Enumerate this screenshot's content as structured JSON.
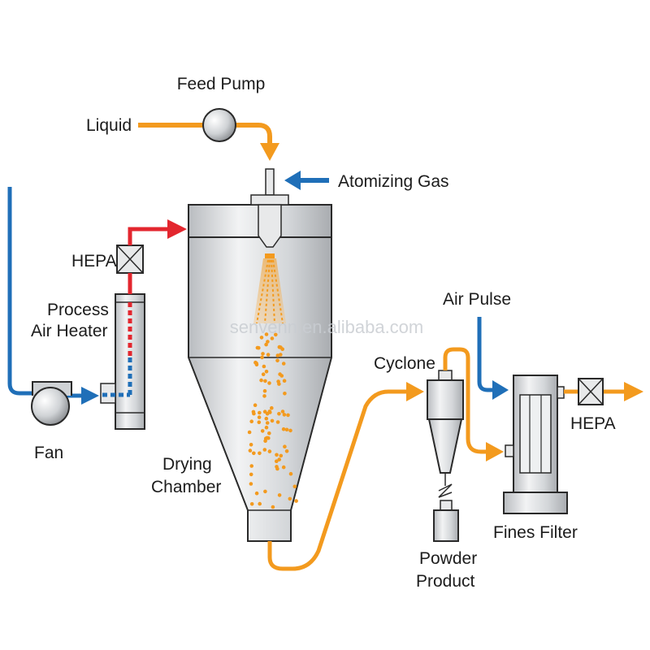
{
  "labels": {
    "feed_pump": "Feed Pump",
    "liquid": "Liquid",
    "atomizing_gas": "Atomizing Gas",
    "hepa_inlet": "HEPA",
    "process_air_heater_line1": "Process",
    "process_air_heater_line2": "Air Heater",
    "fan": "Fan",
    "drying_chamber_line1": "Drying",
    "drying_chamber_line2": "Chamber",
    "cyclone": "Cyclone",
    "air_pulse": "Air Pulse",
    "hepa_outlet": "HEPA",
    "fines_filter": "Fines Filter",
    "powder_product_line1": "Powder",
    "powder_product_line2": "Product"
  },
  "watermark": "senvenn.en.alibaba.com",
  "colors": {
    "liquid_flow": "#f39a1e",
    "cold_air": "#1f6fb8",
    "hot_air": "#e3262e",
    "equipment": "#d9dbde",
    "outline": "#2a2a2a"
  },
  "icons": {
    "pump": "pump-icon",
    "fan": "fan-icon",
    "hepa": "hepa-filter-icon",
    "nozzle": "nozzle-icon"
  }
}
